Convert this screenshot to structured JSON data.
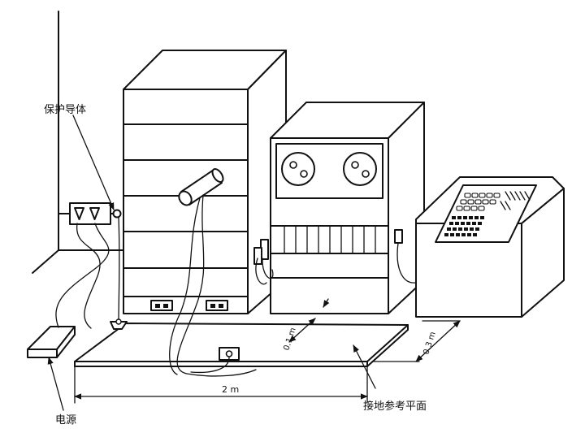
{
  "labels": {
    "protective_conductor": "保护导体",
    "power_supply": "电源",
    "ground_reference_plane": "接地参考平面",
    "width_2m": "2 m",
    "gap_0_1m": "0.1 m",
    "gap_0_3m": "0.3 m"
  }
}
